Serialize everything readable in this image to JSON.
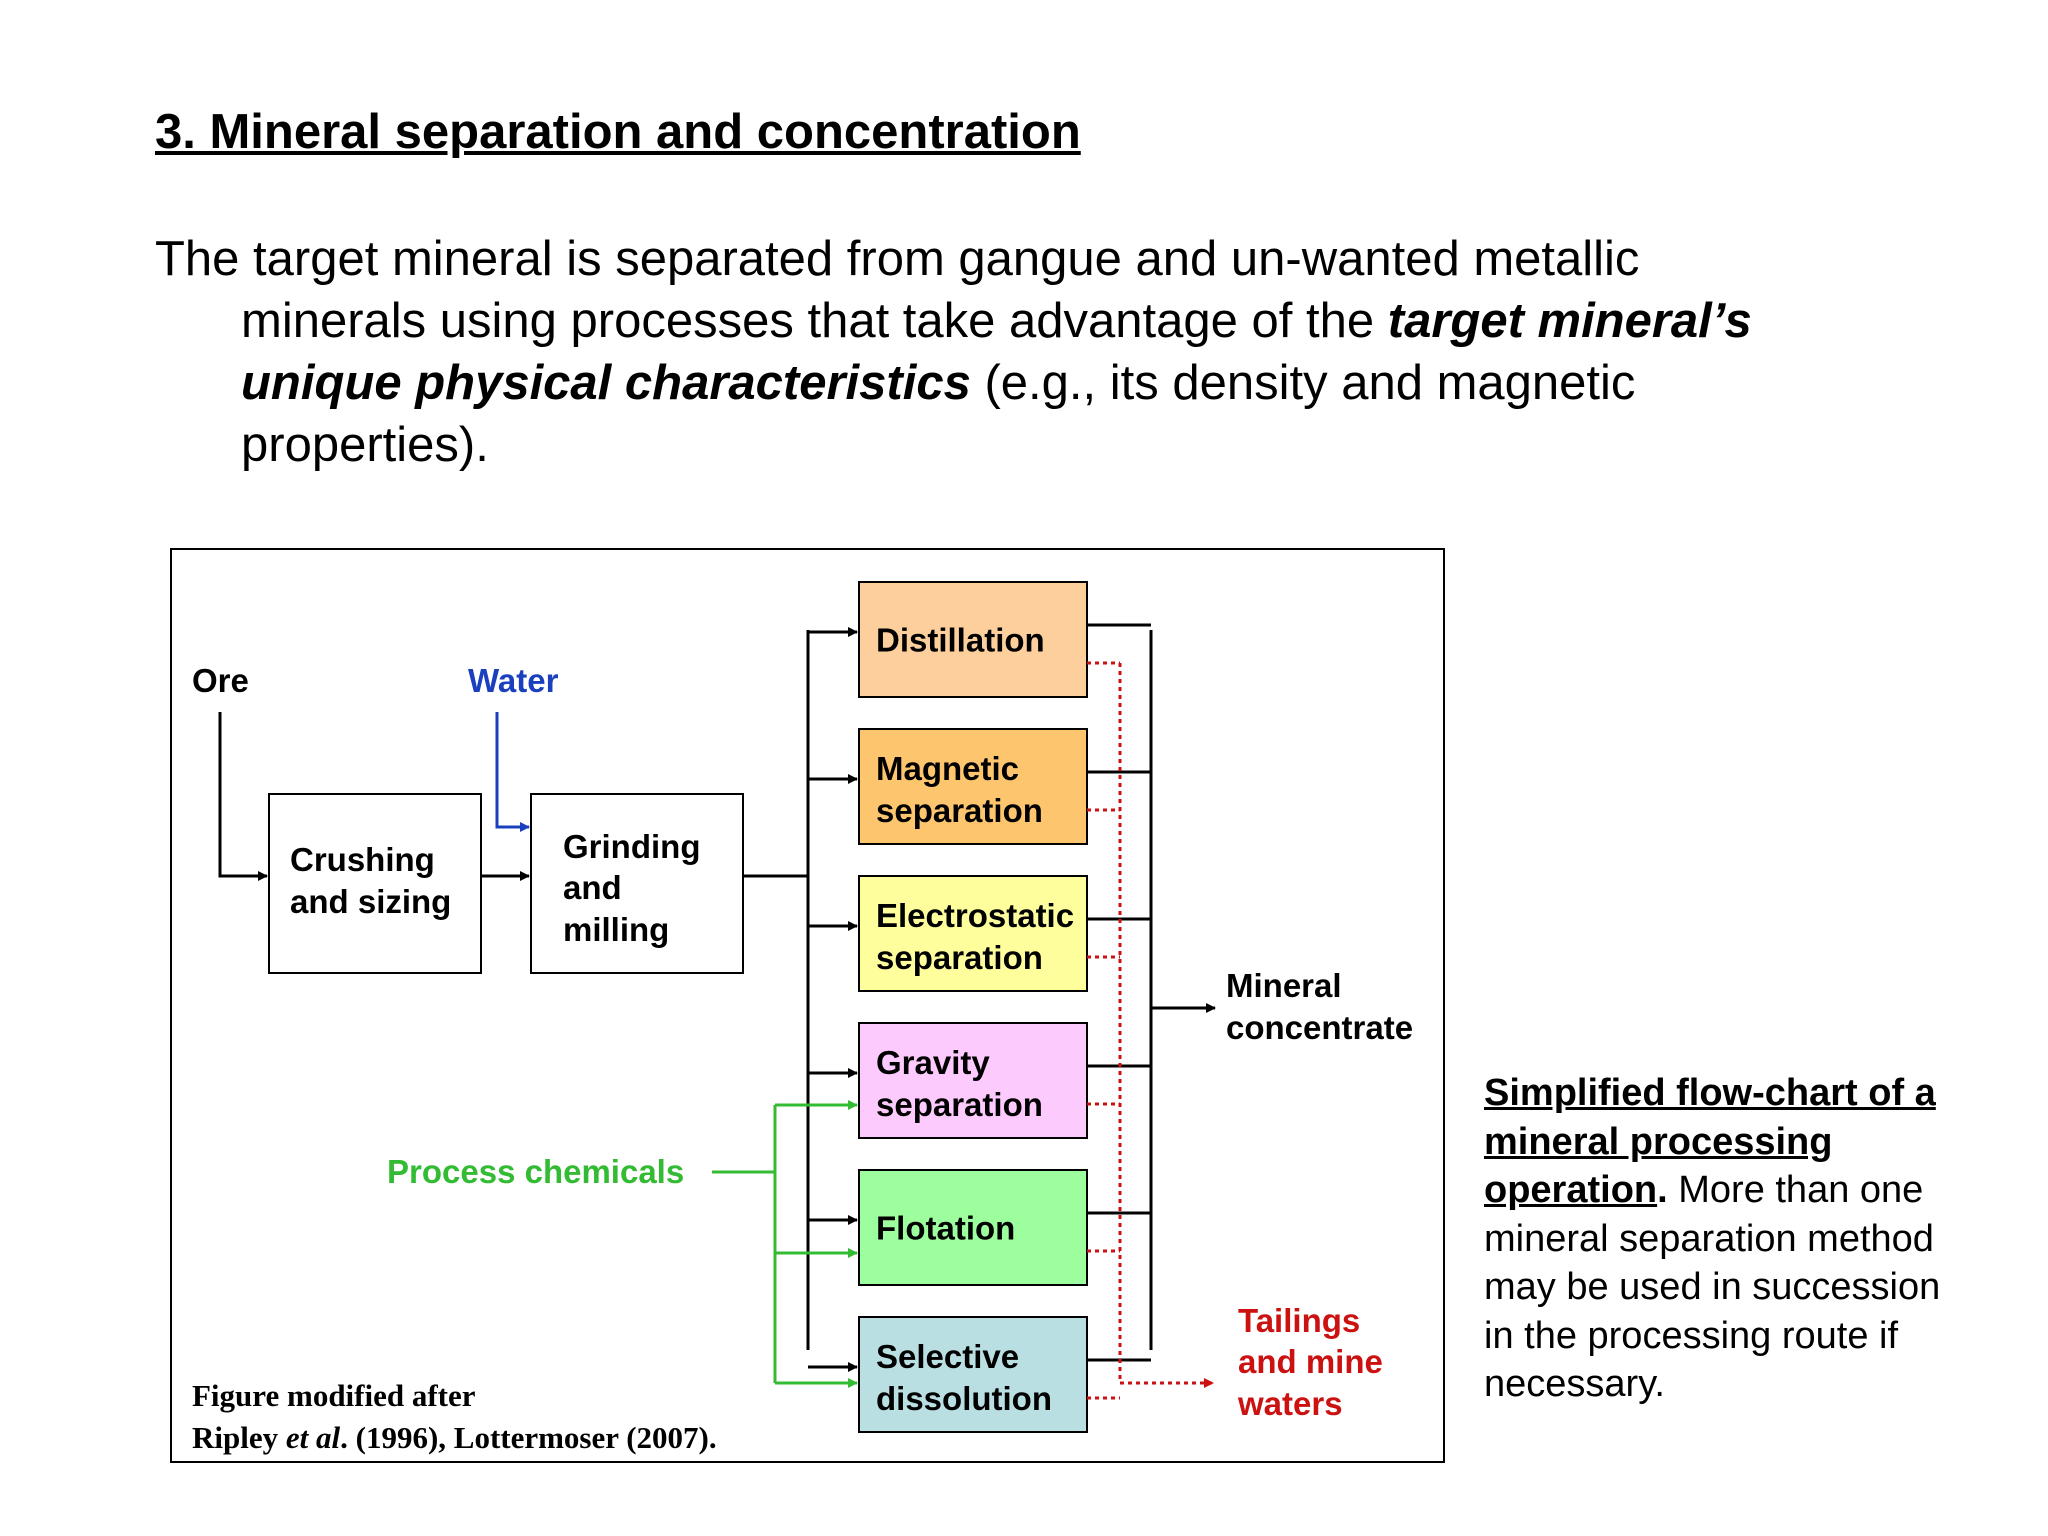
{
  "heading": "3. Mineral separation and concentration",
  "intro": {
    "line1": "The target mineral is separated from gangue and un-wanted metallic",
    "line2": "minerals using processes that take advantage of the ",
    "emph1": "target mineral’s",
    "emph2": "unique physical characteristics",
    "line3_rest": " (e.g., its density and magnetic",
    "line4": "properties)."
  },
  "diagram": {
    "ore": "Ore",
    "water": "Water",
    "crushing": [
      "Crushing",
      "and sizing"
    ],
    "grinding": [
      "Grinding",
      "and",
      "milling"
    ],
    "process_chemicals": "Process chemicals",
    "processes": [
      {
        "lines": [
          "Distillation"
        ],
        "color": "#fccf9c"
      },
      {
        "lines": [
          "Magnetic",
          "separation"
        ],
        "color": "#fdc56d"
      },
      {
        "lines": [
          "Electrostatic",
          "separation"
        ],
        "color": "#fefe9c"
      },
      {
        "lines": [
          "Gravity",
          "separation"
        ],
        "color": "#fdcafd"
      },
      {
        "lines": [
          "Flotation"
        ],
        "color": "#9cfe9c"
      },
      {
        "lines": [
          "Selective",
          "dissolution"
        ],
        "color": "#b9dfe3"
      }
    ],
    "concentrate": [
      "Mineral",
      "concentrate"
    ],
    "tailings": [
      "Tailings",
      "and mine",
      "waters"
    ],
    "citation": {
      "line1": "Figure modified after",
      "line2_a": "Ripley ",
      "line2_b": "et al",
      "line2_c": ". (1996), Lottermoser (2007)."
    },
    "colors": {
      "water": "#1a3fbf",
      "chemicals": "#33bb33",
      "tailings": "#cc1111",
      "flow": "#000000"
    }
  },
  "caption": {
    "title": "Simplified flow-chart of a mineral processing operation",
    "title_end": ".",
    "body": " More than one mineral separation method may be used in succession in the processing route if necessary."
  }
}
